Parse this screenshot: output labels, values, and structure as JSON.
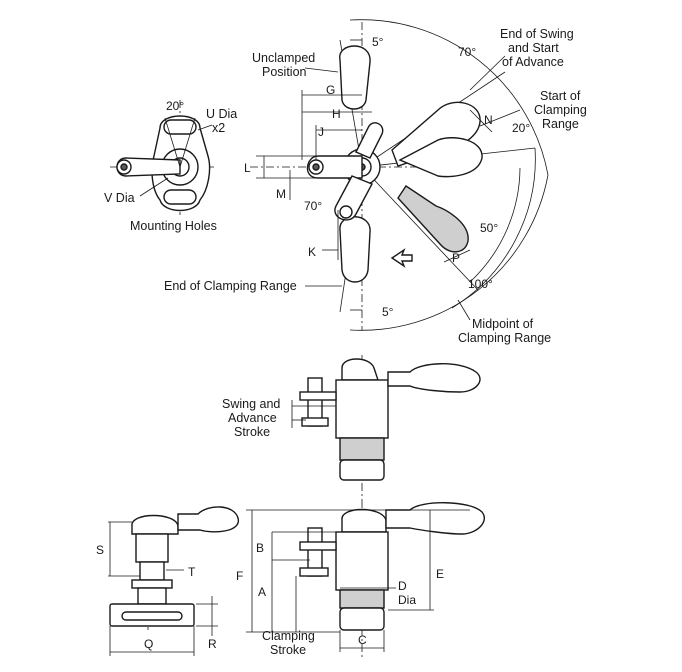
{
  "labels": {
    "deg5_top": "5°",
    "end_swing_1": "End of Swing",
    "end_swing_2": "and Start",
    "end_swing_3": "of Advance",
    "deg70_top": "70°",
    "unclamped_1": "Unclamped",
    "unclamped_2": "Position",
    "start_clamp_1": "Start of",
    "start_clamp_2": "Clamping",
    "start_clamp_3": "Range",
    "g": "G",
    "h": "H",
    "j": "J",
    "n": "N",
    "deg20_right": "20°",
    "l": "L",
    "m": "M",
    "deg70_left": "70°",
    "deg50": "50°",
    "k": "K",
    "p": "P",
    "deg100": "100°",
    "end_clamp": "End of Clamping Range",
    "deg5_bottom": "5°",
    "midpoint_1": "Midpoint of",
    "midpoint_2": "Clamping Range",
    "deg20_holes": "20°",
    "u_dia_1": "U Dia",
    "u_dia_2": "x2",
    "v_dia": "V Dia",
    "mounting_holes": "Mounting Holes",
    "swing_adv_1": "Swing and",
    "swing_adv_2": "Advance",
    "swing_adv_3": "Stroke",
    "s": "S",
    "t": "T",
    "q": "Q",
    "r": "R",
    "b": "B",
    "f": "F",
    "a": "A",
    "e": "E",
    "d_1": "D",
    "d_2": "Dia",
    "c": "C",
    "clamping_stroke_1": "Clamping",
    "clamping_stroke_2": "Stroke"
  }
}
